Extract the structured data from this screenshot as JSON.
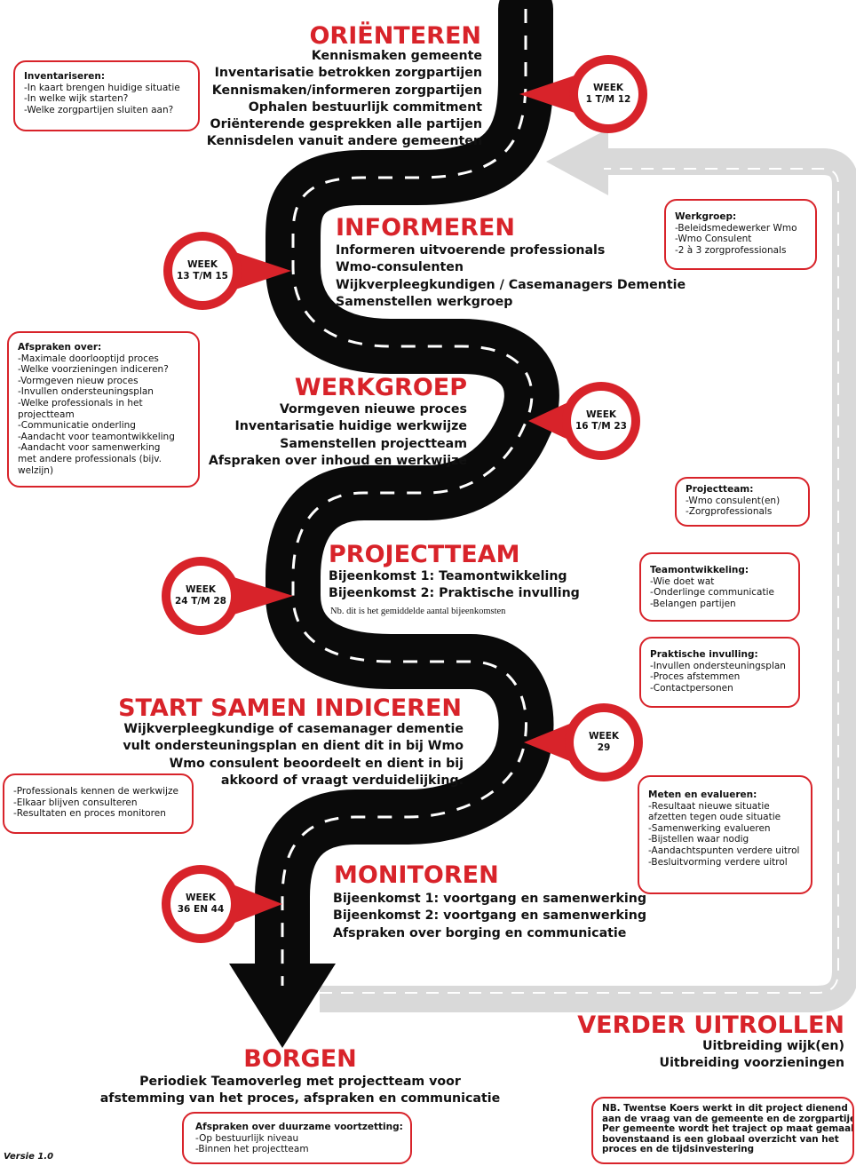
{
  "phases": {
    "orienteren": {
      "title": "ORIËNTEREN",
      "lines": [
        "Kennismaken gemeente",
        "Inventarisatie betrokken zorgpartijen",
        "Kennismaken/informeren zorgpartijen",
        "Ophalen bestuurlijk commitment",
        "Oriënterende gesprekken alle partijen",
        "Kennisdelen vanuit andere gemeenten"
      ],
      "week": [
        "WEEK",
        "1 T/M 12"
      ]
    },
    "informeren": {
      "title": "INFORMEREN",
      "lines": [
        "Informeren uitvoerende professionals",
        "Wmo-consulenten",
        "Wijkverpleegkundigen / Casemanagers Dementie",
        "Samenstellen werkgroep"
      ],
      "week": [
        "WEEK",
        "13 T/M 15"
      ]
    },
    "werkgroep": {
      "title": "WERKGROEP",
      "lines": [
        "Vormgeven nieuwe proces",
        "Inventarisatie huidige werkwijze",
        "Samenstellen projectteam",
        "Afspraken over inhoud en werkwijze"
      ],
      "week": [
        "WEEK",
        "16 T/M 23"
      ]
    },
    "projectteam": {
      "title": "PROJECTTEAM",
      "lines": [
        "Bijeenkomst 1: Teamontwikkeling",
        "Bijeenkomst 2: Praktische invulling"
      ],
      "note": "Nb. dit is het gemiddelde aantal bijeenkomsten",
      "week": [
        "WEEK",
        "24 T/M 28"
      ]
    },
    "start": {
      "title": "START SAMEN INDICEREN",
      "lines": [
        "Wijkverpleegkundige of casemanager dementie",
        "vult ondersteuningsplan en dient dit in bij Wmo",
        "Wmo consulent beoordeelt en dient in bij",
        "akkoord of vraagt verduidelijking."
      ],
      "week": [
        "WEEK",
        "29"
      ]
    },
    "monitoren": {
      "title": "MONITOREN",
      "lines": [
        "Bijeenkomst 1: voortgang en samenwerking",
        "Bijeenkomst 2: voortgang en  samenwerking",
        "Afspraken over borging en communicatie"
      ],
      "week": [
        "WEEK",
        "36 EN 44"
      ]
    },
    "borgen": {
      "title": "BORGEN",
      "lines": [
        "Periodiek Teamoverleg met projectteam voor",
        "afstemming van het proces, afspraken en communicatie"
      ]
    },
    "uitrollen": {
      "title": "VERDER UITROLLEN",
      "lines": [
        "Uitbreiding wijk(en)",
        "Uitbreiding voorzieningen"
      ]
    }
  },
  "boxes": {
    "inventariseren": {
      "title": "Inventariseren:",
      "lines": [
        "-In kaart brengen huidige situatie",
        "-In welke wijk starten?",
        "-Welke zorgpartijen sluiten aan?"
      ]
    },
    "werkgroep": {
      "title": "Werkgroep:",
      "lines": [
        "-Beleidsmedewerker Wmo",
        "-Wmo Consulent",
        "-2 à 3 zorgprofessionals"
      ]
    },
    "afspraken": {
      "title": "Afspraken over:",
      "lines": [
        "-Maximale doorlooptijd proces",
        "-Welke voorzieningen indiceren?",
        "-Vormgeven nieuw proces",
        "-Invullen ondersteuningsplan",
        "-Welke professionals in het",
        "projectteam",
        "-Communicatie onderling",
        "-Aandacht voor teamontwikkeling",
        "-Aandacht voor samenwerking",
        "met andere professionals (bijv.",
        "welzijn)"
      ]
    },
    "projectteam": {
      "title": "Projectteam:",
      "lines": [
        "-Wmo consulent(en)",
        "-Zorgprofessionals"
      ]
    },
    "teamontwikkeling": {
      "title": "Teamontwikkeling:",
      "lines": [
        "-Wie doet wat",
        "-Onderlinge communicatie",
        "-Belangen partijen"
      ]
    },
    "praktische": {
      "title": "Praktische invulling:",
      "lines": [
        "-Invullen ondersteuningsplan",
        "-Proces afstemmen",
        "-Contactpersonen"
      ]
    },
    "professionals": {
      "lines": [
        "-Professionals kennen de werkwijze",
        "-Elkaar blijven consulteren",
        "-Resultaten en proces monitoren"
      ]
    },
    "meten": {
      "title": "Meten en evalueren:",
      "lines": [
        "-Resultaat nieuwe situatie",
        "afzetten tegen oude situatie",
        "-Samenwerking evalueren",
        "-Bijstellen waar nodig",
        "-Aandachtspunten verdere uitrol",
        "-Besluitvorming verdere uitrol"
      ]
    },
    "duurzaam": {
      "title": "Afspraken over duurzame voortzetting:",
      "lines": [
        "-Op bestuurlijk niveau",
        "-Binnen het projectteam"
      ]
    },
    "nb": {
      "lines": [
        "NB. Twentse Koers werkt in dit project dienend",
        "aan de vraag van de gemeente en de zorgpartijen.",
        "Per gemeente wordt het traject op maat gemaakt,",
        "bovenstaand is een globaal overzicht van het",
        "proces en de tijdsinvestering"
      ]
    }
  },
  "version": "Versie 1.0",
  "colors": {
    "accent": "#d8232a",
    "road": "#0a0a0a",
    "loop": "#d9d9d9"
  }
}
